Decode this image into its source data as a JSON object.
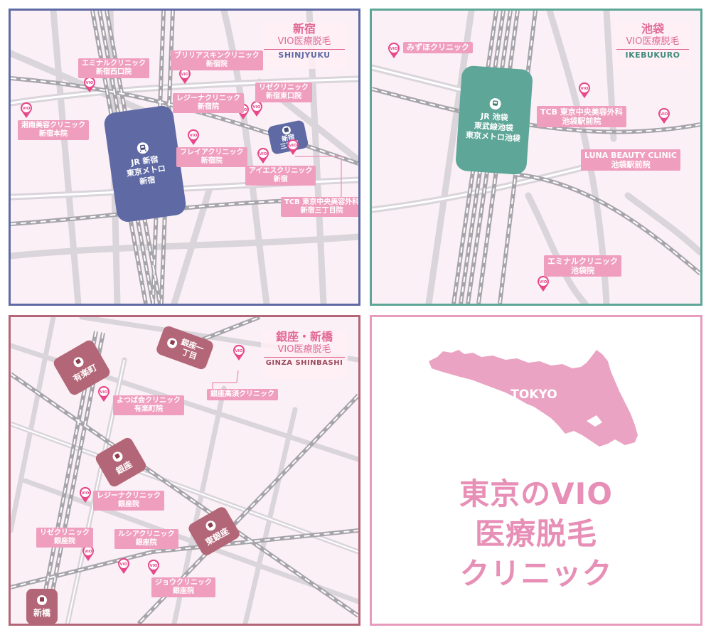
{
  "colors": {
    "shinjuku": "#5f6aa5",
    "ikebukuro": "#5ea698",
    "ginza": "#b36677",
    "tokyo": "#e79bbd",
    "pin": "#e8478a",
    "label_bg": "#ef9fbd"
  },
  "shinjuku": {
    "area": {
      "name": "新宿",
      "sub": "VIO医療脱毛",
      "en": "SHINJYUKU"
    },
    "stations": [
      {
        "lines": [
          "JR 新宿",
          "東京メトロ",
          "新宿"
        ]
      },
      {
        "lines": [
          "新宿",
          "三丁目"
        ]
      }
    ],
    "clinics": [
      {
        "lines": [
          "エミナルクリニック",
          "新宿西口院"
        ]
      },
      {
        "lines": [
          "ブリリアスキンクリニック",
          "新宿院"
        ]
      },
      {
        "lines": [
          "レジーナクリニック",
          "新宿院"
        ]
      },
      {
        "lines": [
          "リゼクリニック",
          "新宿東口院"
        ]
      },
      {
        "lines": [
          "湘南美容クリニック",
          "新宿本院"
        ]
      },
      {
        "lines": [
          "フレイアクリニック",
          "新宿院"
        ]
      },
      {
        "lines": [
          "アイエスクリニック",
          "新宿"
        ]
      },
      {
        "lines": [
          "TCB 東京中央美容外科",
          "新宿三丁目院"
        ]
      }
    ]
  },
  "ikebukuro": {
    "area": {
      "name": "池袋",
      "sub": "VIO医療脱毛",
      "en": "IKEBUKURO"
    },
    "stations": [
      {
        "lines": [
          "JR 池袋",
          "東武線池袋",
          "東京メトロ池袋"
        ]
      }
    ],
    "clinics": [
      {
        "lines": [
          "みずほクリニック"
        ]
      },
      {
        "lines": [
          "TCB 東京中央美容外科",
          "池袋駅前院"
        ]
      },
      {
        "lines": [
          "LUNA BEAUTY CLINIC",
          "池袋駅前院"
        ]
      },
      {
        "lines": [
          "エミナルクリニック",
          "池袋院"
        ]
      }
    ]
  },
  "ginza": {
    "area": {
      "name": "銀座・新橋",
      "sub": "VIO医療脱毛",
      "en": "GINZA SHINBASHI"
    },
    "stations": [
      {
        "name": "有楽町"
      },
      {
        "name": "銀座一丁目"
      },
      {
        "name": "銀座"
      },
      {
        "name": "東銀座"
      },
      {
        "name": "新橋"
      }
    ],
    "clinics": [
      {
        "lines": [
          "銀座高須クリニック"
        ]
      },
      {
        "lines": [
          "よつば会クリニック",
          "有楽町院"
        ]
      },
      {
        "lines": [
          "レジーナクリニック",
          "銀座院"
        ]
      },
      {
        "lines": [
          "リゼクリニック",
          "銀座院"
        ]
      },
      {
        "lines": [
          "ルシアクリニック",
          "銀座院"
        ]
      },
      {
        "lines": [
          "ジョウクリニック",
          "銀座院"
        ]
      }
    ]
  },
  "tokyo": {
    "map_label": "TOKYO",
    "title_lines": [
      "東京のVIO",
      "医療脱毛",
      "クリニック"
    ]
  },
  "pin_text": "VIO"
}
